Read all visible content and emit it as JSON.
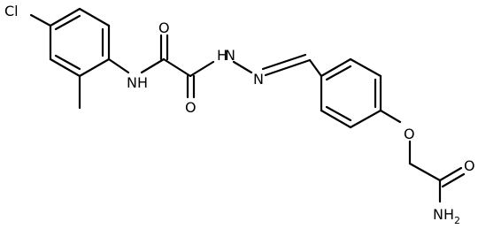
{
  "colors": {
    "bond": "#000000",
    "background": "#ffffff"
  },
  "atoms": {
    "cl": "Cl",
    "nh_amide": "NH",
    "nh_hydrazide": "N",
    "h_hydrazide": "H",
    "n_imine": "N",
    "o_amide1": "O",
    "o_amide2": "O",
    "o_ether": "O",
    "o_amide3": "O",
    "nh2": "NH",
    "nh2_sub": "2"
  }
}
